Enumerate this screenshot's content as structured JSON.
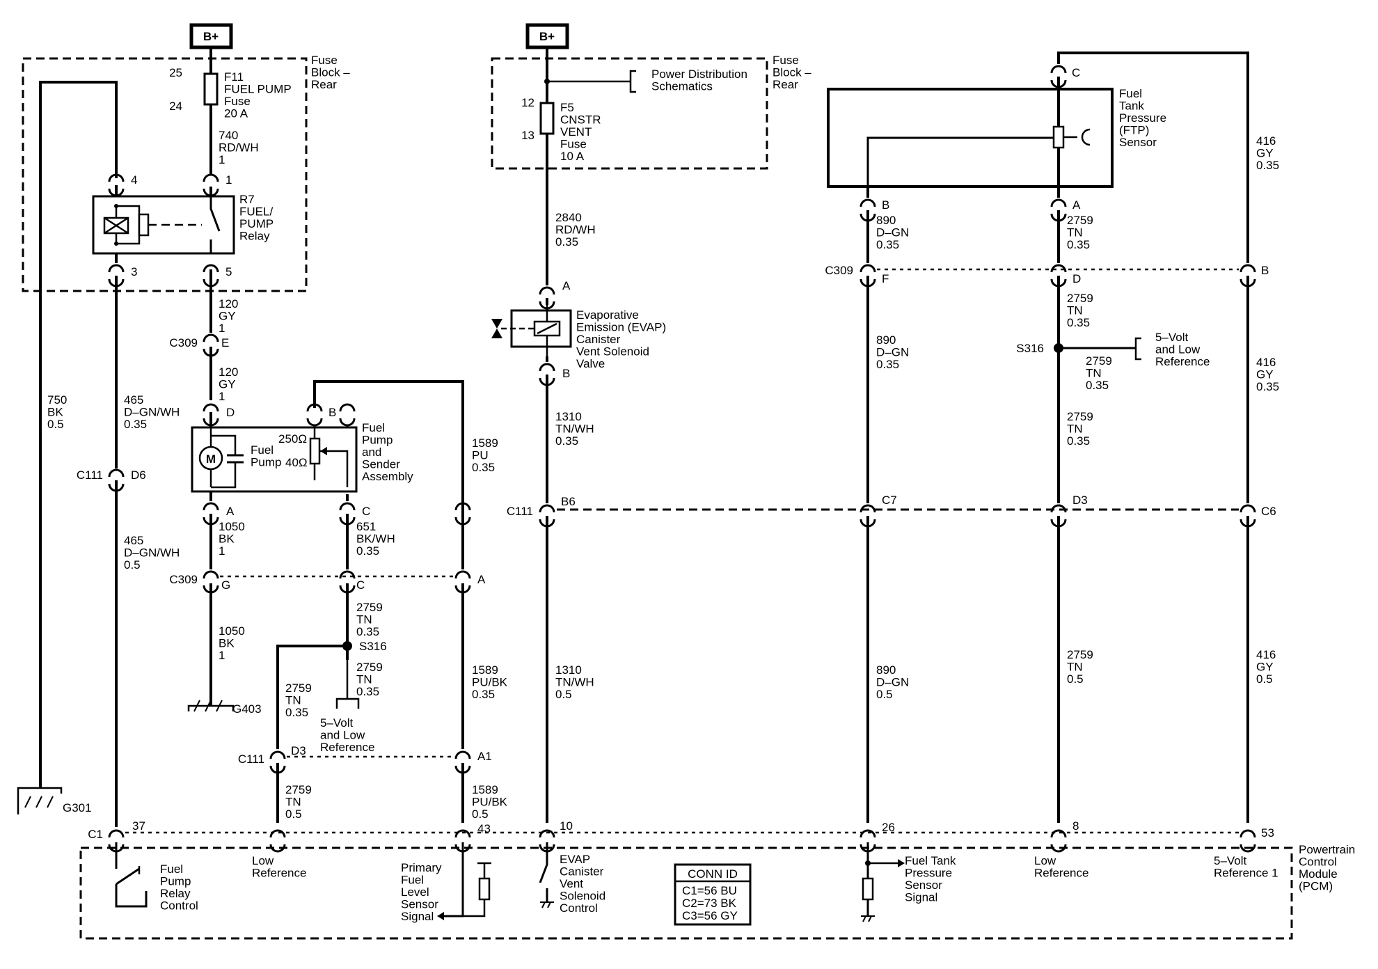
{
  "power": {
    "bplus_left": "B+",
    "bplus_center": "B+"
  },
  "fuse_block_left": {
    "title": [
      "Fuse",
      "Block –",
      "Rear"
    ],
    "pin_top": "25",
    "pin_bottom": "24",
    "fuse_label": [
      "F11",
      "FUEL PUMP",
      "Fuse",
      "20 A"
    ]
  },
  "fuse_block_center": {
    "title": [
      "Fuse",
      "Block –",
      "Rear"
    ],
    "pin_top": "12",
    "pin_bottom": "13",
    "fuse_label": [
      "F5",
      "CNSTR",
      "VENT",
      "Fuse",
      "10 A"
    ],
    "power_dist": [
      "Power Distribution",
      "Schematics"
    ]
  },
  "relay": {
    "label": [
      "R7",
      "FUEL/",
      "PUMP",
      "Relay"
    ],
    "pin4": "4",
    "pin1": "1",
    "pin3": "3",
    "pin5": "5"
  },
  "wires": {
    "w740": [
      "740",
      "RD/WH",
      "1"
    ],
    "w120a": [
      "120",
      "GY",
      "1"
    ],
    "w120b": [
      "120",
      "GY",
      "1"
    ],
    "w750": [
      "750",
      "BK",
      "0.5"
    ],
    "w465a": [
      "465",
      "D–GN/WH",
      "0.35"
    ],
    "w465b": [
      "465",
      "D–GN/WH",
      "0.5"
    ],
    "w1050a": [
      "1050",
      "BK",
      "1"
    ],
    "w1050b": [
      "1050",
      "BK",
      "1"
    ],
    "w651": [
      "651",
      "BK/WH",
      "0.35"
    ],
    "w1589a": [
      "1589",
      "PU",
      "0.35"
    ],
    "w1589b": [
      "1589",
      "PU/BK",
      "0.35"
    ],
    "w1589c": [
      "1589",
      "PU/BK",
      "0.5"
    ],
    "w2759a": [
      "2759",
      "TN",
      "0.35"
    ],
    "w2759b": [
      "2759",
      "TN",
      "0.35"
    ],
    "w2759c": [
      "2759",
      "TN",
      "0.35"
    ],
    "w2759d": [
      "2759",
      "TN",
      "0.5"
    ],
    "w2840": [
      "2840",
      "RD/WH",
      "0.35"
    ],
    "w1310a": [
      "1310",
      "TN/WH",
      "0.35"
    ],
    "w1310b": [
      "1310",
      "TN/WH",
      "0.5"
    ],
    "w890a": [
      "890",
      "D–GN",
      "0.35"
    ],
    "w890b": [
      "890",
      "D–GN",
      "0.35"
    ],
    "w890c": [
      "890",
      "D–GN",
      "0.5"
    ],
    "w2759e": [
      "2759",
      "TN",
      "0.35"
    ],
    "w2759f": [
      "2759",
      "TN",
      "0.35"
    ],
    "w2759g": [
      "2759",
      "TN",
      "0.35"
    ],
    "w2759h": [
      "2759",
      "TN",
      "0.35"
    ],
    "w2759i": [
      "2759",
      "TN",
      "0.5"
    ],
    "w416a": [
      "416",
      "GY",
      "0.35"
    ],
    "w416b": [
      "416",
      "GY",
      "0.35"
    ],
    "w416c": [
      "416",
      "GY",
      "0.5"
    ]
  },
  "connectors": {
    "c309": "C309",
    "c111": "C111",
    "c1": "C1",
    "c309_e": "E",
    "c309_g": "G",
    "c309_c": "C",
    "c309_a": "A",
    "c309_f": "F",
    "c309_d": "D",
    "c309_b": "B",
    "c111_d6": "D6",
    "c111_d3": "D3",
    "c111_a1": "A1",
    "c111_b6": "B6",
    "c111_c7": "C7",
    "c111_d3r": "D3",
    "c111_c6": "C6",
    "c1_37": "37",
    "c1_43": "43",
    "c1_10": "10",
    "c1_26": "26",
    "c1_8": "8",
    "c1_53": "53"
  },
  "fuel_pump_assy": {
    "label": [
      "Fuel",
      "Pump",
      "and",
      "Sender",
      "Assembly"
    ],
    "pump": [
      "Fuel",
      "Pump"
    ],
    "motor": "M",
    "r250": "250Ω",
    "r40": "40Ω",
    "pin_d": "D",
    "pin_b": "B",
    "pin_a": "A",
    "pin_c": "C"
  },
  "splices": {
    "s316_left": "S316",
    "s316_right": "S316"
  },
  "grounds": {
    "g403": "G403",
    "g301": "G301"
  },
  "refs": {
    "ref_left": [
      "5–Volt",
      "and Low",
      "Reference"
    ],
    "ref_right": [
      "5–Volt",
      "and Low",
      "Reference"
    ]
  },
  "evap": {
    "label": [
      "Evaporative",
      "Emission (EVAP)",
      "Canister",
      "Vent Solenoid",
      "Valve"
    ],
    "pin_a": "A",
    "pin_b": "B"
  },
  "ftp": {
    "label": [
      "Fuel",
      "Tank",
      "Pressure",
      "(FTP)",
      "Sensor"
    ],
    "pin_c": "C",
    "pin_b": "B",
    "pin_a": "A"
  },
  "pcm": {
    "title": [
      "Powertrain",
      "Control",
      "Module",
      "(PCM)"
    ],
    "relay_ctrl": [
      "Fuel",
      "Pump",
      "Relay",
      "Control"
    ],
    "low_ref_left": [
      "Low",
      "Reference"
    ],
    "pfl_signal": [
      "Primary",
      "Fuel",
      "Level",
      "Sensor",
      "Signal"
    ],
    "evap_ctrl": [
      "EVAP",
      "Canister",
      "Vent",
      "Solenoid",
      "Control"
    ],
    "ftp_signal": [
      "Fuel Tank",
      "Pressure",
      "Sensor",
      "Signal"
    ],
    "low_ref_right": [
      "Low",
      "Reference"
    ],
    "ref1": [
      "5–Volt",
      "Reference 1"
    ],
    "conn_id": {
      "title": "CONN ID",
      "rows": [
        "C1=56 BU",
        "C2=73 BK",
        "C3=56 GY"
      ]
    }
  }
}
